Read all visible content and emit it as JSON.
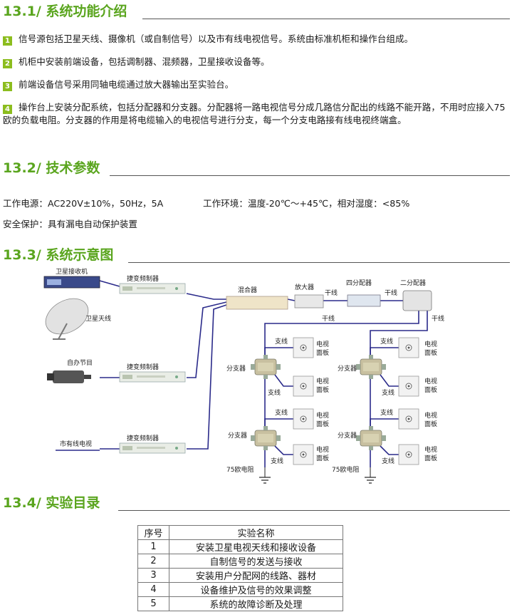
{
  "sections": {
    "s1_title": "13.1/ 系统功能介绍",
    "s2_title": "13.2/ 技术参数",
    "s3_title": "13.3/ 系统示意图",
    "s4_title": "13.4/ 实验目录"
  },
  "intro": {
    "items": [
      {
        "num": "1",
        "text": "信号源包括卫星天线、摄像机（或自制信号）以及市有线电视信号。系统由标准机柜和操作台组成。"
      },
      {
        "num": "2",
        "text": "机柜中安装前端设备，包括调制器、混频器，卫星接收设备等。"
      },
      {
        "num": "3",
        "text": "前端设备信号采用同轴电缆通过放大器输出至实验台。"
      },
      {
        "num": "4",
        "text": "操作台上安装分配系统，包括分配器和分支器。分配器将一路电视信号分成几路信分配出的线路不能开路，不用时应接入75欧的负载电阻。分支器的作用是将电缆输入的电视信号进行分支，每一个分支电路接有线电视终端盒。"
      }
    ]
  },
  "tech": {
    "power": "工作电源：AC220V±10%，50Hz，5A",
    "env": "工作环境：温度-20℃～+45℃，相对湿度：<85%",
    "protect": "安全保护：具有漏电自动保护装置"
  },
  "diagram": {
    "sat_receiver": "卫星接收机",
    "sat_antenna": "卫星天线",
    "self_program": "自办节目",
    "city_cable": "市有线电视",
    "modulator": "捷变频制器",
    "mixer": "混合器",
    "amplifier": "放大器",
    "splitter4": "四分配器",
    "splitter2": "二分配器",
    "trunk": "干线",
    "branch_line": "支线",
    "tap": "分支器",
    "tv_panel_a": "电视",
    "tv_panel_b": "面板",
    "resistor": "75欧电阻"
  },
  "catalog": {
    "headers": [
      "序号",
      "实验名称"
    ],
    "rows": [
      [
        "1",
        "安装卫星电视天线和接收设备"
      ],
      [
        "2",
        "自制信号的发送与接收"
      ],
      [
        "3",
        "安装用户分配网的线路、器材"
      ],
      [
        "4",
        "设备维护及信号的效果调整"
      ],
      [
        "5",
        "系统的故障诊断及处理"
      ]
    ]
  },
  "colors": {
    "accent": "#5aa51e",
    "bullet": "#8cbd1e",
    "wire": "#2a2a8a"
  }
}
